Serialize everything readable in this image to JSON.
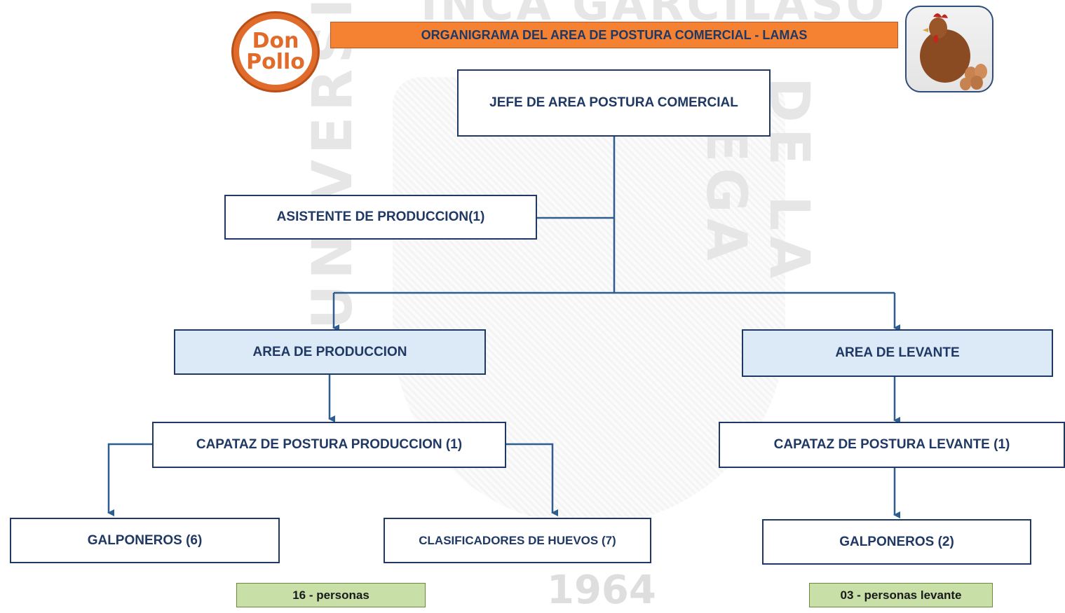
{
  "title": "ORGANIGRAMA DEL AREA DE POSTURA COMERCIAL - LAMAS",
  "logo": {
    "line1": "Don",
    "line2": "Pollo"
  },
  "photo_icon": "hen-with-eggs",
  "watermark": {
    "top_text": "INCA GARCILASO",
    "left_text": "UNIVERSIDAD",
    "right_text": "DE LA VEGA",
    "year": "1964"
  },
  "nodes": {
    "jefe": "JEFE DE AREA POSTURA COMERCIAL",
    "asistente": "ASISTENTE DE PRODUCCION(1)",
    "area_produccion": "AREA DE PRODUCCION",
    "area_levante": "AREA DE LEVANTE",
    "capataz_produccion": "CAPATAZ DE POSTURA PRODUCCION (1)",
    "capataz_levante": "CAPATAZ DE POSTURA LEVANTE (1)",
    "galponeros_produccion": "GALPONEROS (6)",
    "clasificadores": "CLASIFICADORES DE HUEVOS (7)",
    "galponeros_levante": "GALPONEROS (2)"
  },
  "totals": {
    "produccion": "16 - personas",
    "levante": "03 - personas levante"
  },
  "colors": {
    "box_border": "#1f3864",
    "text": "#1f3864",
    "connector": "#2e5d8f",
    "title_bg": "#f58232",
    "area_bg": "#dce9f6",
    "total_bg": "#c8dfa8",
    "logo_color": "#e06b2a"
  }
}
